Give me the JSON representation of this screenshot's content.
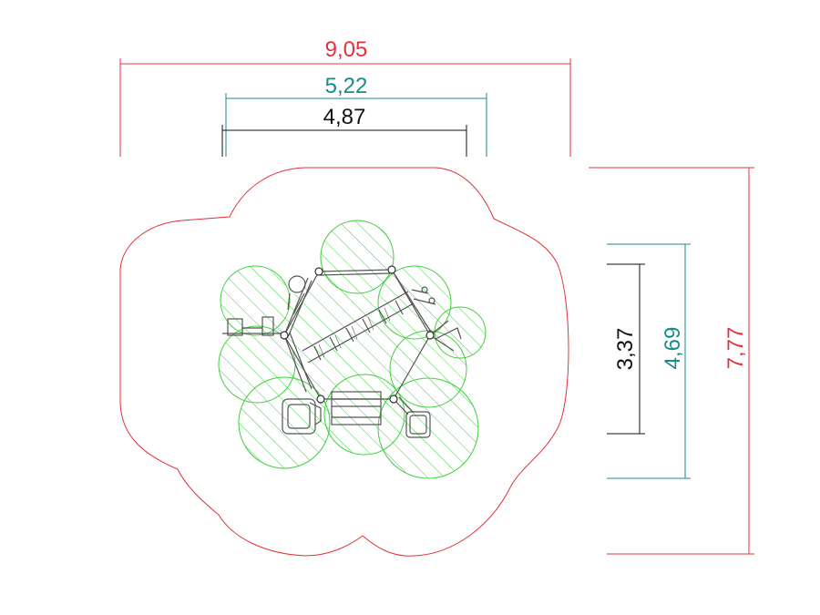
{
  "colors": {
    "red": "#e0333c",
    "teal": "#1a8b87",
    "black": "#111111",
    "green": "#3fcf3f",
    "equipment": "#555555"
  },
  "dimensions": {
    "overall_width": "9,05",
    "zone_width": "5,22",
    "equipment_width": "4,87",
    "equipment_depth": "3,37",
    "zone_depth": "4,69",
    "overall_depth": "7,77"
  }
}
